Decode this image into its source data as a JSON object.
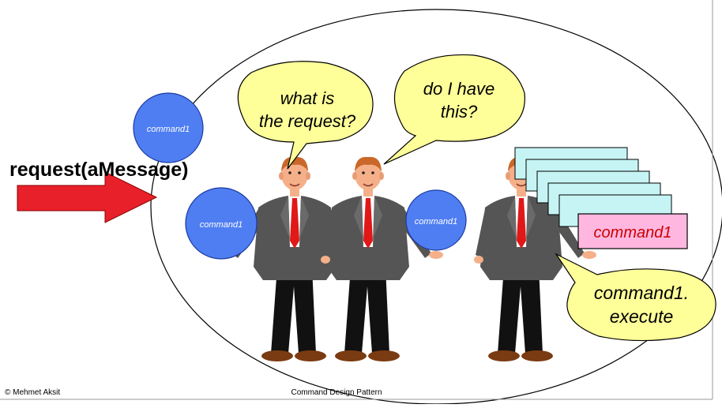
{
  "request_label": "request(aMessage)",
  "circle_labels": [
    "command1",
    "command1",
    "command1"
  ],
  "bubbles": {
    "what": [
      "what is",
      "the request?"
    ],
    "have": [
      "do I have",
      "this?"
    ],
    "execute": [
      "command1.",
      "execute"
    ]
  },
  "stack_label": "command1",
  "footer": {
    "author": "© Mehmet Aksit",
    "title": "Command Design Pattern"
  },
  "colors": {
    "bubble": "#ffff99",
    "circle": "#4f7ef2",
    "arrow": "#e8202a",
    "card_cyan": "#c6f4f4",
    "card_pink": "#ffb7e0",
    "card_text": "#cc0000",
    "suit": "#555555",
    "tie": "#e01818",
    "skin": "#f5b08a",
    "hair": "#c9682a"
  }
}
